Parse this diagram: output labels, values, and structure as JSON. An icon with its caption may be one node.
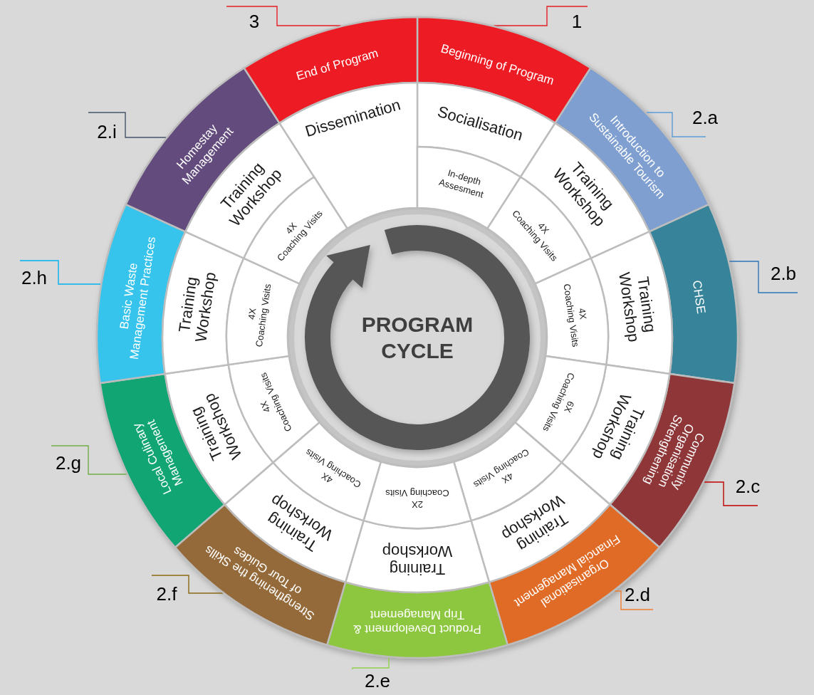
{
  "diagram": {
    "nodes": [
      {
        "text": [
          "Beginning of Program"
        ]
      },
      {
        "text": [
          "Introduction to Sustainable Tourism"
        ]
      },
      {
        "text": [
          "CHSE"
        ]
      },
      {
        "text": [
          "Community Organisation Strengthening"
        ]
      },
      {
        "text": [
          "Organisational Financial Management"
        ]
      },
      {
        "text": [
          "Product Development & Trip Management"
        ]
      },
      {
        "text": [
          "Strengthening the Skills of Tour Guides"
        ]
      },
      {
        "text": [
          "Local Culinary Management"
        ]
      },
      {
        "text": [
          "Basic Waste Management Practices"
        ]
      },
      {
        "text": [
          "Homestay Management"
        ]
      },
      {
        "text": [
          "End of Program"
        ]
      },
      {
        "text": [
          "Socialisation"
        ]
      },
      {
        "text": [
          "Training Workshop"
        ]
      },
      {
        "text": [
          "Training Workshop"
        ]
      },
      {
        "text": [
          "Training Workshop"
        ]
      },
      {
        "text": [
          "Training Workshop"
        ]
      },
      {
        "text": [
          "Training Workshop"
        ]
      },
      {
        "text": [
          "Training Workshop"
        ]
      },
      {
        "text": [
          "Training Workshop"
        ]
      },
      {
        "text": [
          "Training Workshop"
        ]
      },
      {
        "text": [
          "Training Workshop"
        ]
      },
      {
        "text": [
          "Dissemination"
        ]
      },
      {
        "text": [
          "In-depth Assesment"
        ]
      },
      {
        "text": [
          "4X",
          "Coaching Visits"
        ]
      },
      {
        "text": [
          "4X",
          "Coaching Visits"
        ]
      },
      {
        "text": [
          "6X",
          "Coaching Visits"
        ]
      },
      {
        "text": [
          "4X",
          "Coaching Visits"
        ]
      },
      {
        "text": [
          "2X",
          "Coaching Visits"
        ]
      },
      {
        "text": [
          "4X",
          "Coaching Visits"
        ]
      },
      {
        "text": [
          "4X",
          "Coaching Visits"
        ]
      },
      {
        "text": [
          "4X",
          "Coaching Visits"
        ]
      },
      {
        "text": [
          "4X",
          "Coaching Visits"
        ]
      },
      {
        "text": [
          "PROGRAM CYCLE"
        ]
      },
      {
        "text": [
          "1"
        ]
      },
      {
        "text": [
          "2.a"
        ]
      },
      {
        "text": [
          "2.b"
        ]
      },
      {
        "text": [
          "2.c"
        ]
      },
      {
        "text": [
          "2.d"
        ]
      },
      {
        "text": [
          "2.e"
        ]
      },
      {
        "text": [
          "2.f"
        ]
      },
      {
        "text": [
          "2.g"
        ]
      },
      {
        "text": [
          "2.h"
        ]
      },
      {
        "text": [
          "2.i"
        ]
      },
      {
        "text": [
          "3"
        ]
      }
    ],
    "edges": [
      {
        "from": 33,
        "to": 0,
        "arrow": "none",
        "color": "#e31e24"
      },
      {
        "from": 34,
        "to": 1,
        "arrow": "none",
        "color": "#5b9bd5"
      },
      {
        "from": 35,
        "to": 2,
        "arrow": "none",
        "color": "#2e75b6"
      },
      {
        "from": 36,
        "to": 3,
        "arrow": "none",
        "color": "#c00000"
      },
      {
        "from": 37,
        "to": 4,
        "arrow": "none",
        "color": "#ed7d31"
      },
      {
        "from": 38,
        "to": 5,
        "arrow": "none",
        "color": "#92d050"
      },
      {
        "from": 39,
        "to": 6,
        "arrow": "none",
        "color": "#8b6914"
      },
      {
        "from": 40,
        "to": 7,
        "arrow": "none",
        "color": "#70ad47"
      },
      {
        "from": 41,
        "to": 8,
        "arrow": "none",
        "color": "#00b0f0"
      },
      {
        "from": 42,
        "to": 9,
        "arrow": "none",
        "color": "#44546a"
      },
      {
        "from": 43,
        "to": 10,
        "arrow": "none",
        "color": "#e31e24"
      }
    ]
  }
}
